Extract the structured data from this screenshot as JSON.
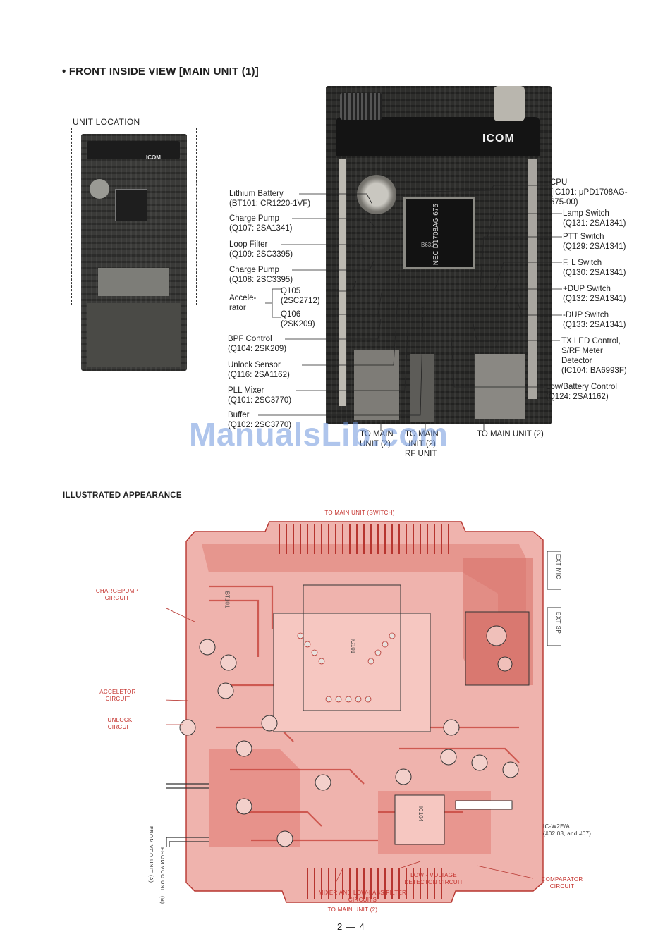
{
  "heading": "• FRONT INSIDE VIEW [MAIN UNIT (1)]",
  "unit_location": "UNIT LOCATION",
  "illustrated_appearance": "ILLUSTRATED APPEARANCE",
  "watermark": "ManualsLib.com",
  "page_number": "2 — 4",
  "photo": {
    "logo": "ICOM",
    "chip_text": "NEC D1708AG 675",
    "chip_small": "B632"
  },
  "callouts_left": [
    {
      "id": "lithium",
      "text": "Lithium Battery\n(BT101: CR1220-1VF)"
    },
    {
      "id": "charge1",
      "text": "Charge Pump\n(Q107: 2SA1341)"
    },
    {
      "id": "loop",
      "text": "Loop Filter\n(Q109: 2SC3395)"
    },
    {
      "id": "charge2",
      "text": "Charge Pump\n(Q108: 2SC3395)"
    },
    {
      "id": "accel",
      "text": "Accele-\nrator"
    },
    {
      "id": "q105",
      "text": "Q105\n(2SC2712)"
    },
    {
      "id": "q106",
      "text": "Q106\n(2SK209)"
    },
    {
      "id": "bpf",
      "text": "BPF Control\n(Q104: 2SK209)"
    },
    {
      "id": "unlock",
      "text": "Unlock Sensor\n(Q116: 2SA1162)"
    },
    {
      "id": "pll",
      "text": "PLL Mixer\n(Q101: 2SC3770)"
    },
    {
      "id": "buffer",
      "text": "Buffer\n(Q102: 2SC3770)"
    }
  ],
  "callouts_right": [
    {
      "id": "cpu",
      "text": "CPU\n(IC101: μPD1708AG-\n675-00)"
    },
    {
      "id": "lamp",
      "text": "Lamp Switch\n(Q131: 2SA1341)"
    },
    {
      "id": "ptt",
      "text": "PTT Switch\n(Q129: 2SA1341)"
    },
    {
      "id": "fl",
      "text": "F. L Switch\n(Q130: 2SA1341)"
    },
    {
      "id": "pdup",
      "text": "+DUP Switch\n(Q132: 2SA1341)"
    },
    {
      "id": "mdup",
      "text": "-DUP Switch\n(Q133: 2SA1341)"
    },
    {
      "id": "txled",
      "text": "TX LED Control,\nS/RF Meter\nDetector\n(IC104: BA6993F)"
    },
    {
      "id": "lowbat",
      "text": "Low/Battery Control\n(Q124: 2SA1162)"
    }
  ],
  "callouts_bottom": [
    {
      "id": "tomain1",
      "text": "TO MAIN\nUNIT (2)"
    },
    {
      "id": "tomainrf",
      "text": "TO MAIN\nUNIT (2),\nRF UNIT"
    },
    {
      "id": "tomain2",
      "text": "TO MAIN UNIT (2)"
    }
  ],
  "pcb": {
    "top_label": "TO MAIN UNIT (SWITCH)",
    "bottom_label": "TO MAIN UNIT (2)",
    "chargepump": "CHARGEPUMP\nCIRCUIT",
    "accelerator": "ACCELETOR\nCIRCUIT",
    "unlock": "UNLOCK\nCIRCUIT",
    "mixer": "MIXER AND LOW-PASS FILTER\nCIRCUITS",
    "lowvoltage": "LOW - VOLTAGE\nDETECTON CIRCUIT",
    "comparator": "COMPARATOR\nCIRCUIT",
    "ic_note": "IC-W2E/A\n(#02,03,  and #07)",
    "ext_mic": "EXT MIC",
    "ext_sp": "EXT SP",
    "from_vco_a": "FROM VCO UNIT (A)",
    "from_vco_b": "FROM VCO UNIT (B)",
    "ic101": "IC101",
    "ic104": "IC104",
    "bt101": "BT101"
  }
}
